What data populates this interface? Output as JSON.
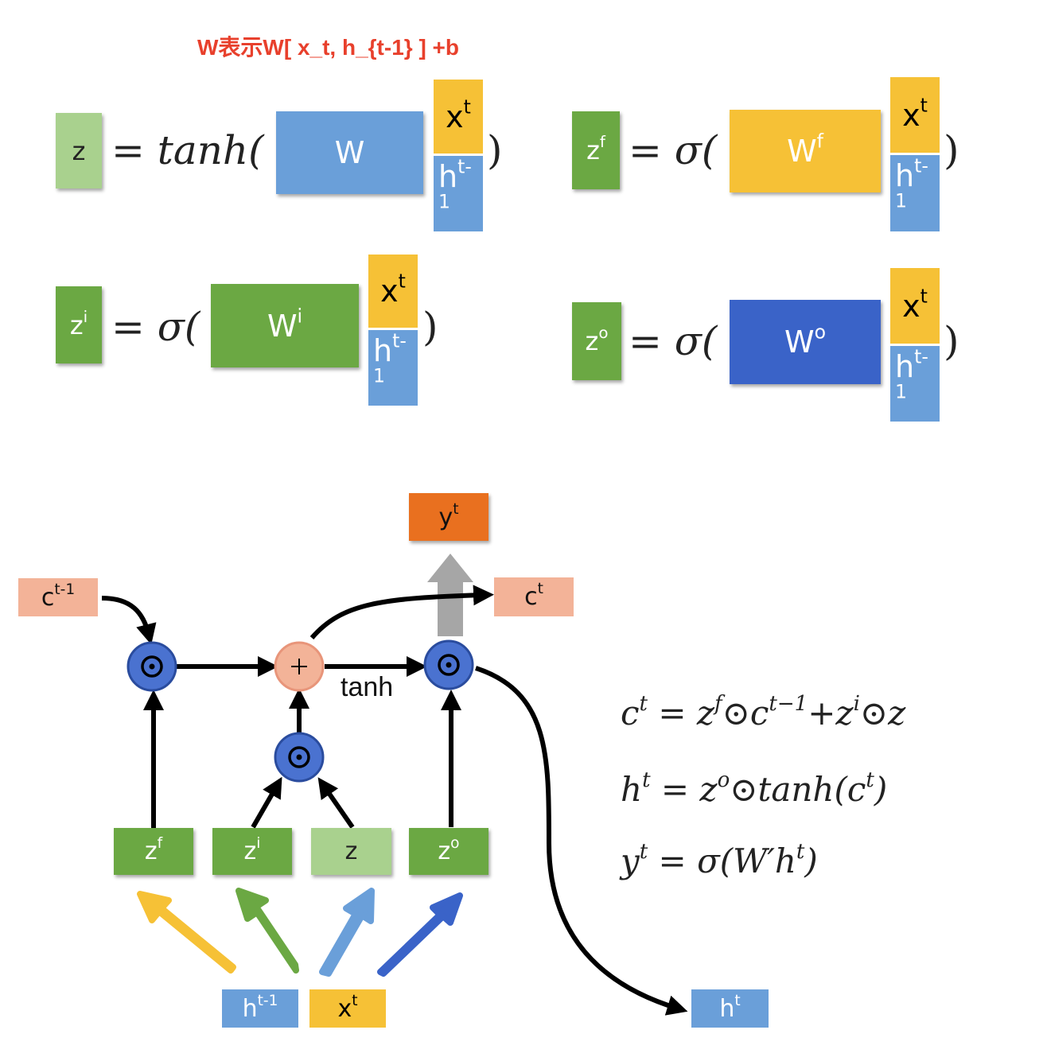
{
  "title": "W表示W[ x_t, h_{t-1} ] +b",
  "equations": {
    "z": {
      "lhs": "z",
      "func": "= tanh(",
      "weight": "W",
      "close": ")"
    },
    "zf": {
      "lhs_base": "z",
      "lhs_sup": "f",
      "func": "= σ(",
      "weight_base": "W",
      "weight_sup": "f",
      "close": ")"
    },
    "zi": {
      "lhs_base": "z",
      "lhs_sup": "i",
      "func": "= σ(",
      "weight_base": "W",
      "weight_sup": "i",
      "close": ")"
    },
    "zo": {
      "lhs_base": "z",
      "lhs_sup": "o",
      "func": "= σ(",
      "weight_base": "W",
      "weight_sup": "o",
      "close": ")"
    },
    "x_base": "x",
    "x_sup": "t",
    "h_base": "h",
    "h_sup": "t-1"
  },
  "diagram": {
    "c_prev": {
      "base": "c",
      "sup": "t-1"
    },
    "c_next": {
      "base": "c",
      "sup": "t"
    },
    "y": {
      "base": "y",
      "sup": "t"
    },
    "h_next": {
      "base": "h",
      "sup": "t"
    },
    "h_prev": {
      "base": "h",
      "sup": "t-1"
    },
    "x": {
      "base": "x",
      "sup": "t"
    },
    "zf": {
      "base": "z",
      "sup": "f"
    },
    "zi": {
      "base": "z",
      "sup": "i"
    },
    "z": {
      "base": "z"
    },
    "zo": {
      "base": "z",
      "sup": "o"
    },
    "mult_symbol": "⊙",
    "add_symbol": "+",
    "tanh_label": "tanh"
  },
  "formulas": {
    "c": {
      "lhs": "c",
      "lhs_sup": "t",
      "rhs1": " = z",
      "sup_f": "f",
      "rhs2": "⊙c",
      "sup_prev": "t−1",
      "rhs3": "+z",
      "sup_i": "i",
      "rhs4": "⊙z"
    },
    "h": {
      "lhs": "h",
      "lhs_sup": "t",
      "rhs1": " = z",
      "sup_o": "o",
      "rhs2": "⊙tanh(c",
      "sup_t": "t",
      "rhs3": ")"
    },
    "y": {
      "lhs": "y",
      "lhs_sup": "t",
      "rhs1": " = σ(W′h",
      "sup_t": "t",
      "rhs2": ")"
    }
  },
  "colors": {
    "yellow": "#f6c136",
    "blue": "#6a9fd9",
    "green": "#6ba843",
    "light_green": "#a9d18e",
    "dark_blue": "#3a63c8",
    "peach": "#f3b398",
    "orange": "#e9701f",
    "title_red": "#e8402c",
    "node_blue": "#4a72d0",
    "gray_arrow": "#a6a6a6"
  }
}
